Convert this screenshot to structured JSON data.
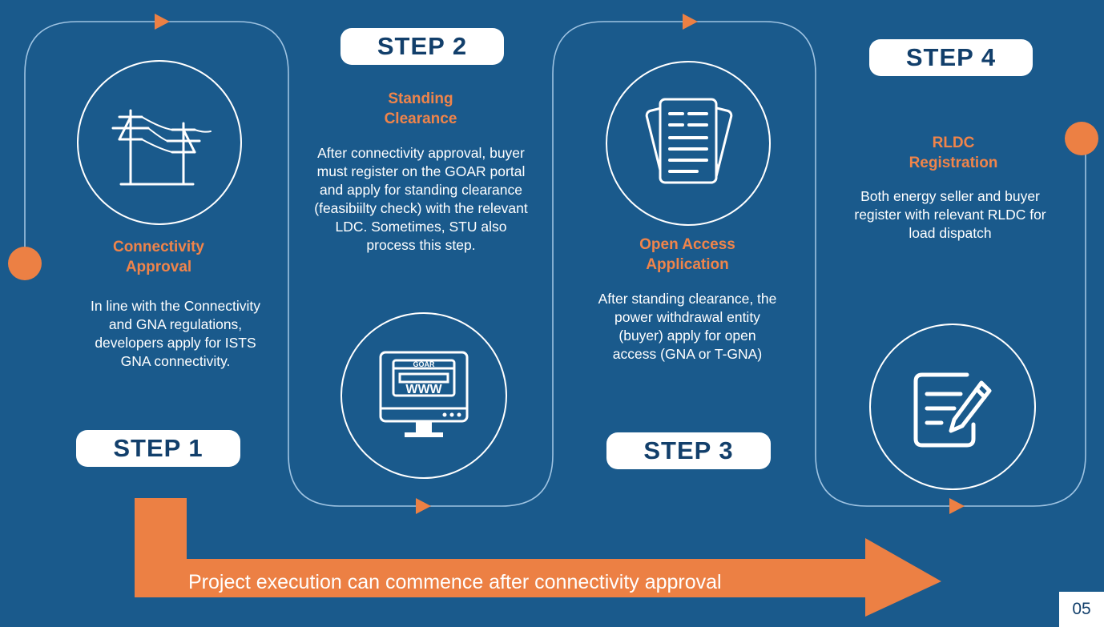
{
  "colors": {
    "background": "#1a5a8c",
    "accent": "#ec8044",
    "text": "#ffffff",
    "pill_text": "#123f6b"
  },
  "steps": [
    {
      "label": "STEP 1",
      "title": "Connectivity Approval",
      "description": "In line with the Connectivity and GNA regulations, developers apply for ISTS GNA connectivity.",
      "icon": "transmission-tower-icon"
    },
    {
      "label": "STEP 2",
      "title": "Standing Clearance",
      "description": "After connectivity approval, buyer must register on the GOAR portal and apply for standing clearance (feasibiilty check) with the relevant LDC. Sometimes, STU also process this step.",
      "icon": "goar-portal-monitor-icon",
      "icon_text_top": "GOAR",
      "icon_text_main": "WWW"
    },
    {
      "label": "STEP 3",
      "title": "Open Access Application",
      "description": "After standing clearance, the power withdrawal entity (buyer) apply for open access (GNA or T-GNA)",
      "icon": "documents-icon"
    },
    {
      "label": "STEP 4",
      "title": "RLDC Registration",
      "description": "Both energy seller and buyer register with relevant RLDC for load dispatch",
      "icon": "edit-form-icon"
    }
  ],
  "bottom_arrow": {
    "text": "Project execution can commence after connectivity approval"
  },
  "page_number": "05"
}
